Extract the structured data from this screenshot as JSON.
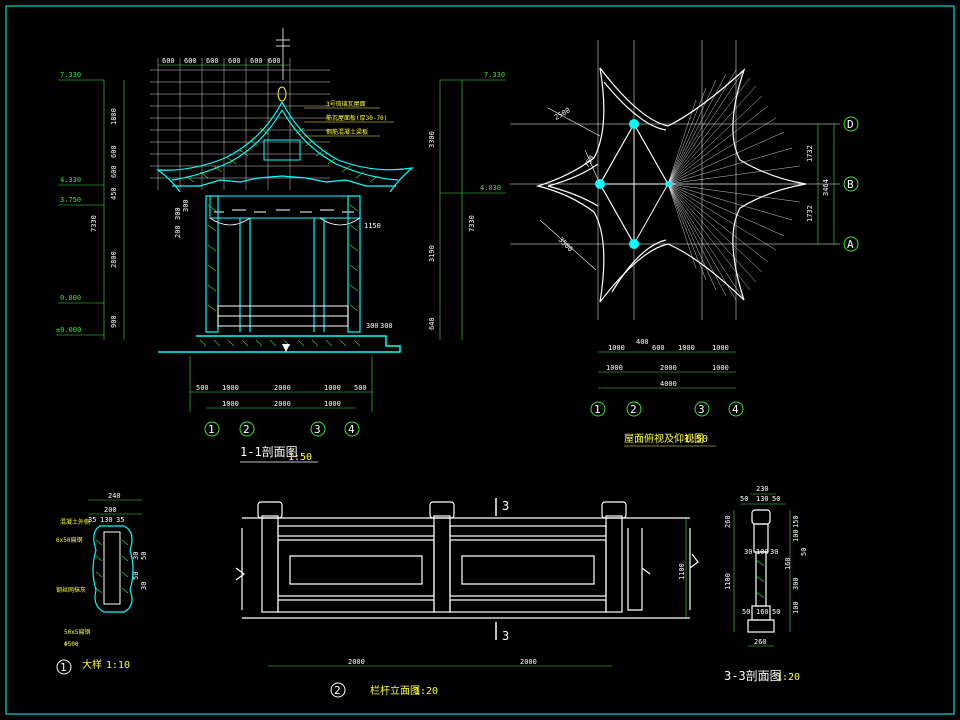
{
  "colors": {
    "background": "#000000",
    "structure": "#00ffff",
    "dimension": "#39e639",
    "text": "#ffffff",
    "annotation": "#ffff33",
    "frame": "#00ffff"
  },
  "section_1_1": {
    "title": "1-1剖面图",
    "scale": "1:50",
    "levels": [
      "7.330",
      "4.330",
      "3.750",
      "0.800",
      "±0.000"
    ],
    "levels_right": [
      "7.330",
      "4.030"
    ],
    "top_dims": [
      "600",
      "600",
      "600",
      "600",
      "600",
      "600"
    ],
    "left_dims": [
      "1800",
      "600",
      "600",
      "450",
      "2800",
      "900",
      "7330"
    ],
    "right_dims": [
      "3300",
      "3190",
      "640",
      "7330"
    ],
    "inner_dims": [
      "200",
      "300",
      "300",
      "1150",
      "300",
      "300"
    ],
    "bottom_dims_1": [
      "500",
      "1000",
      "2000",
      "1000",
      "500"
    ],
    "bottom_dims_2": [
      "1000",
      "2000",
      "1000"
    ],
    "axes": [
      "1",
      "2",
      "3",
      "4"
    ],
    "notes": [
      "3号琉璃瓦屋面",
      "筋瓦屋面板(厚30-70)",
      "钢筋混凝土梁板"
    ]
  },
  "roof_plan": {
    "title": "屋面俯视及仰视图",
    "scale": "1:50",
    "diag_dims": [
      "2500",
      "750",
      "3500"
    ],
    "right_dims": [
      "1732",
      "1732",
      "3464"
    ],
    "bottom_row_1": [
      "400",
      "600"
    ],
    "bottom_row_2": [
      "1000",
      "1000",
      "1000"
    ],
    "bottom_row_3": [
      "1000",
      "2000",
      "1000"
    ],
    "bottom_total": "4000",
    "axes_bottom": [
      "1",
      "2",
      "3",
      "4"
    ],
    "axes_right": [
      "D",
      "B",
      "A"
    ]
  },
  "detail_1": {
    "label": "1",
    "title": "大样",
    "scale": "1:10",
    "dims": [
      "240",
      "200",
      "35",
      "130",
      "35",
      "30",
      "50",
      "50",
      "30"
    ],
    "notes": [
      "混凝土外侧",
      "6x50扁钢",
      "钢丝网抹灰",
      "50x5扁钢",
      "Φ500"
    ]
  },
  "railing": {
    "label": "2",
    "title": "栏杆立面图",
    "scale": "1:20",
    "dims": [
      "2000",
      "2000"
    ],
    "height": "1100",
    "cut": "3"
  },
  "section_3_3": {
    "title": "3-3剖面图",
    "scale": "1:20",
    "top_dims": [
      "230",
      "50",
      "130",
      "50"
    ],
    "side_dims": [
      "260",
      "150",
      "100",
      "50",
      "300",
      "100",
      "160",
      "1100"
    ],
    "inner_dims": [
      "30",
      "100",
      "30",
      "50",
      "160",
      "50"
    ],
    "bottom": "260"
  }
}
